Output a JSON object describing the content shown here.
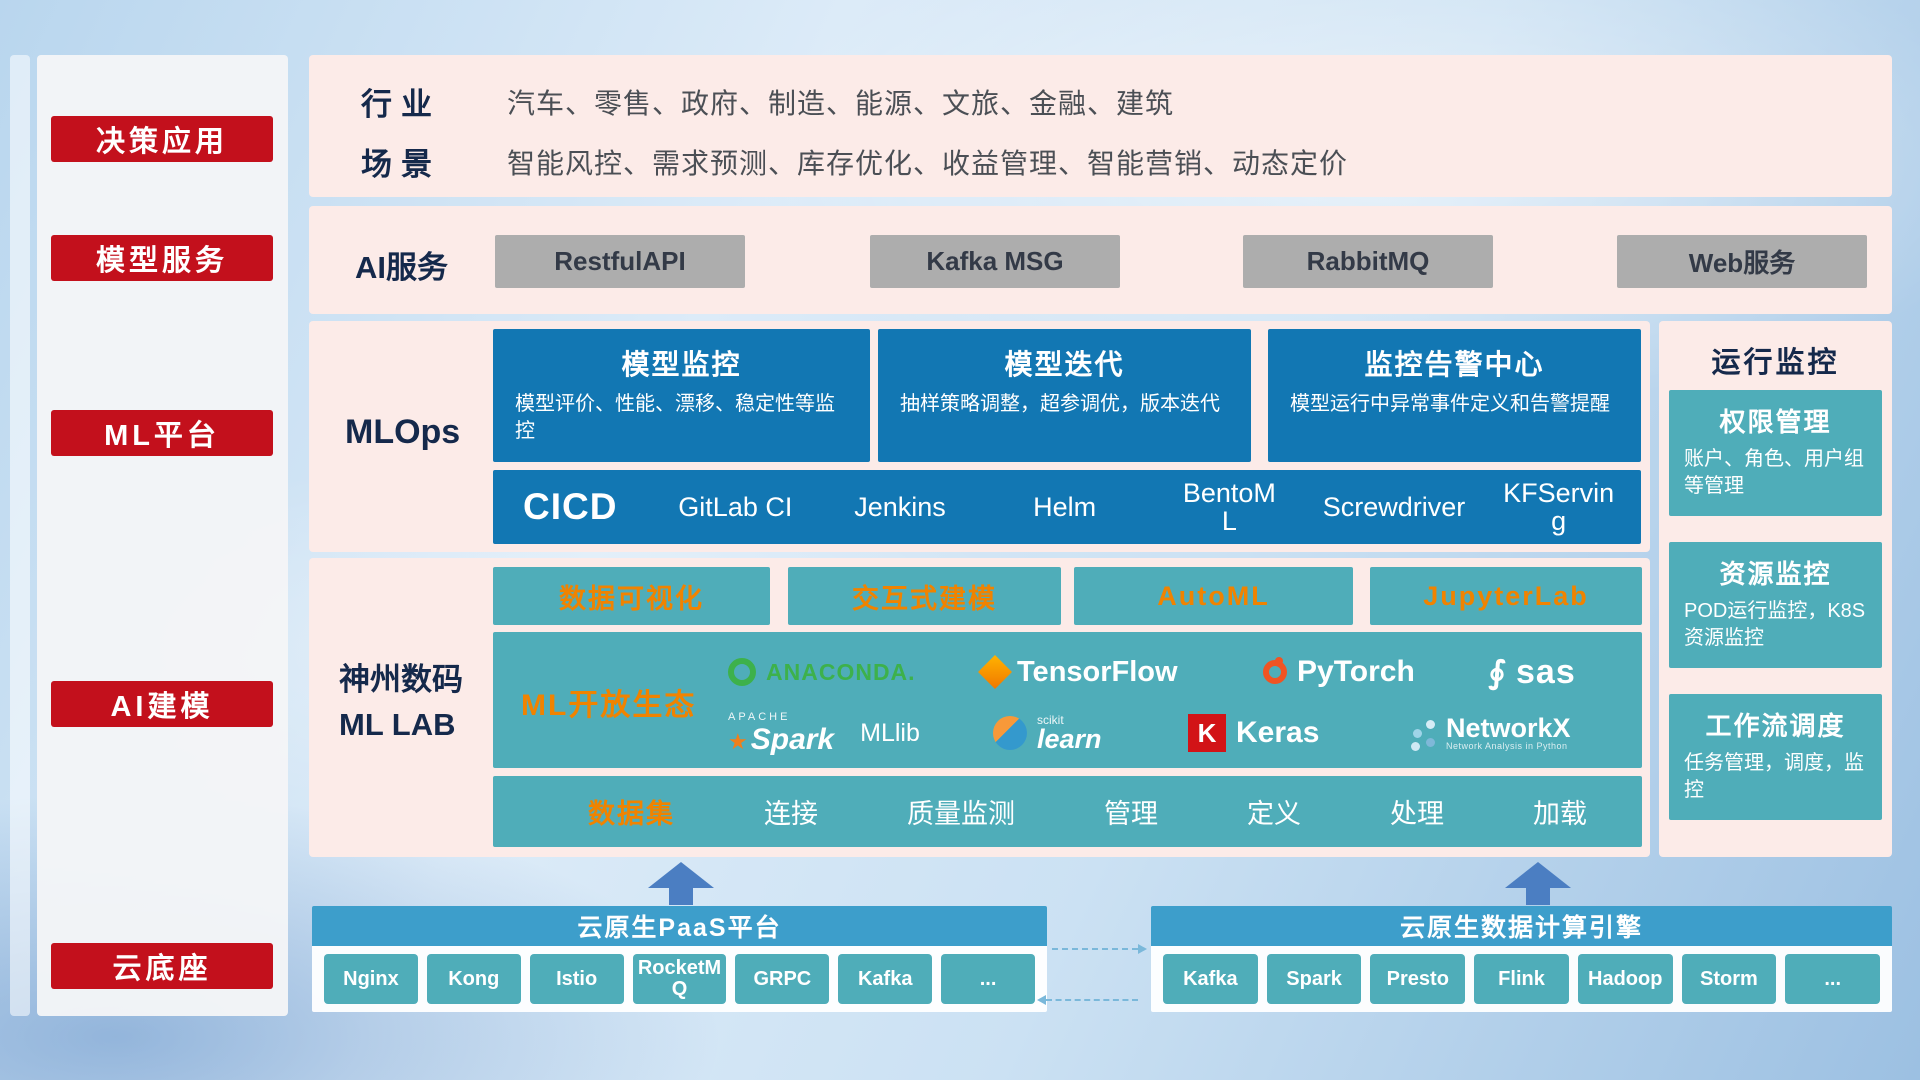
{
  "colors": {
    "badge_red": "#c3101c",
    "panel_pink": "#fcebe8",
    "card_blue": "#1277b3",
    "teal": "#4fadb9",
    "orange_accent": "#f08300",
    "navy_text": "#15294b",
    "gray_button": "#adadad",
    "bar_blue": "#3d9ecb",
    "arrow_blue": "#4b7ec2"
  },
  "sidebar": {
    "items": [
      {
        "label": "决策应用"
      },
      {
        "label": "模型服务"
      },
      {
        "label": "ML平台"
      },
      {
        "label": "AI建模"
      },
      {
        "label": "云底座"
      }
    ]
  },
  "industry": {
    "label": "行业",
    "text": "汽车、零售、政府、制造、能源、文旅、金融、建筑"
  },
  "scenario": {
    "label": "场景",
    "text": "智能风控、需求预测、库存优化、收益管理、智能营销、动态定价"
  },
  "ai_service": {
    "label": "AI服务",
    "buttons": [
      "RestfulAPI",
      "Kafka MSG",
      "RabbitMQ",
      "Web服务"
    ]
  },
  "mlops": {
    "label": "MLOps",
    "cards": [
      {
        "title": "模型监控",
        "desc": "模型评价、性能、漂移、稳定性等监控"
      },
      {
        "title": "模型迭代",
        "desc": "抽样策略调整，超参调优，版本迭代"
      },
      {
        "title": "监控告警中心",
        "desc": "模型运行中异常事件定义和告警提醒"
      }
    ],
    "cicd_label": "CICD",
    "cicd_items": [
      "GitLab CI",
      "Jenkins",
      "Helm",
      "BentoML",
      "Screwdriver",
      "KFServing"
    ]
  },
  "mllab": {
    "label_line1": "神州数码",
    "label_line2": "ML LAB",
    "tool_buttons": [
      "数据可视化",
      "交互式建模",
      "AutoML",
      "JupyterLab"
    ],
    "ecosystem_label": "ML开放生态",
    "logos": {
      "anaconda": "ANACONDA.",
      "tensorflow": "TensorFlow",
      "pytorch": "PyTorch",
      "sas": "sas",
      "spark_prefix": "APACHE",
      "spark": "Spark",
      "mllib": "MLlib",
      "sklearn_prefix": "scikit",
      "sklearn": "learn",
      "keras_k": "K",
      "keras": "Keras",
      "networkx": "NetworkX",
      "networkx_sub": "Network Analysis in Python"
    },
    "dataset_label": "数据集",
    "dataset_items": [
      "连接",
      "质量监测",
      "管理",
      "定义",
      "处理",
      "加载"
    ]
  },
  "monitoring": {
    "title": "运行监控",
    "cards": [
      {
        "title": "权限管理",
        "desc": "账户、角色、用户组等管理"
      },
      {
        "title": "资源监控",
        "desc": "POD运行监控，K8S资源监控"
      },
      {
        "title": "工作流调度",
        "desc": "任务管理，调度，监控"
      }
    ]
  },
  "cloud": {
    "paas_title": "云原生PaaS平台",
    "paas_items": [
      "Nginx",
      "Kong",
      "Istio",
      "RocketMQ",
      "GRPC",
      "Kafka",
      "..."
    ],
    "engine_title": "云原生数据计算引擎",
    "engine_items": [
      "Kafka",
      "Spark",
      "Presto",
      "Flink",
      "Hadoop",
      "Storm",
      "..."
    ]
  }
}
